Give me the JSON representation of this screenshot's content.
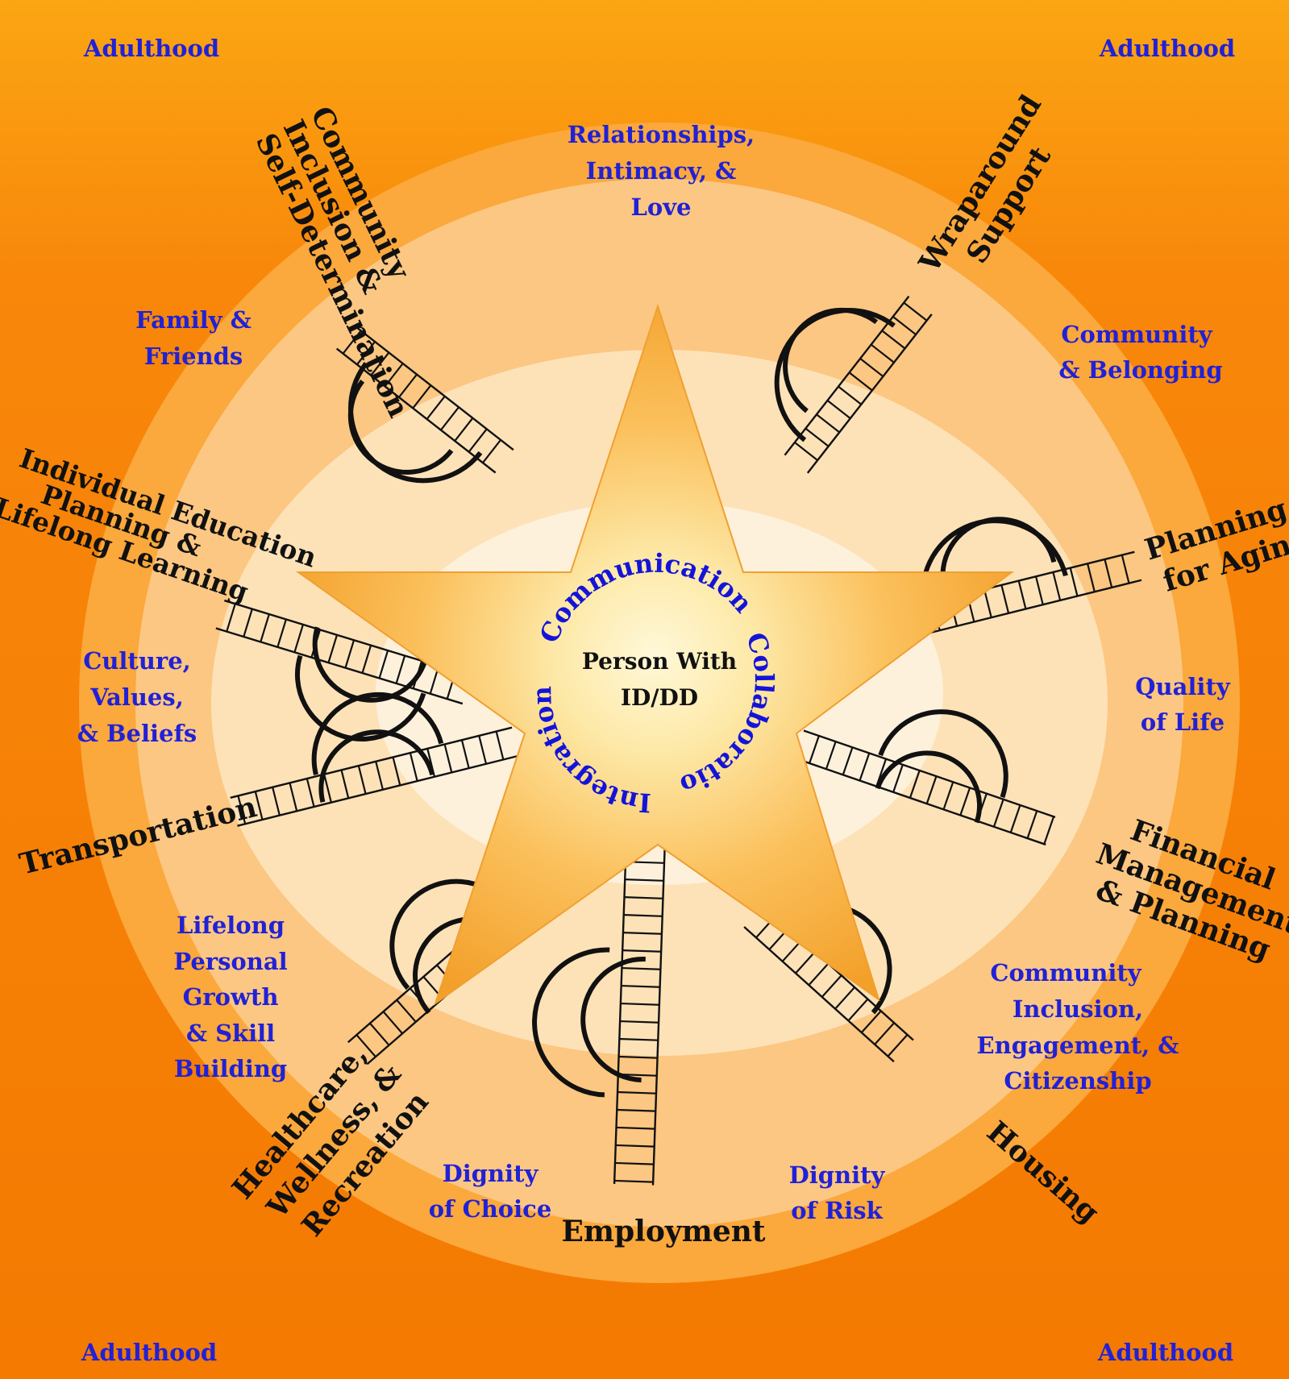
{
  "corners": {
    "top_left": "Adulthood",
    "top_right": "Adulthood",
    "bottom_left": "Adulthood",
    "bottom_right": "Adulthood"
  },
  "center": {
    "line1": "Person With",
    "line2": "ID/DD",
    "arc_top": "Communication",
    "arc_right": "Collaboration",
    "arc_left": "Integration"
  },
  "pillars": {
    "community_self_determination": [
      "Community",
      "Inclusion &",
      "Self-Determination"
    ],
    "wraparound": [
      "Wraparound",
      "Support"
    ],
    "planning_aging": [
      "Planning",
      "for Aging"
    ],
    "financial": [
      "Financial",
      "Management",
      "& Planning"
    ],
    "housing": "Housing",
    "employment": "Employment",
    "healthcare": [
      "Healthcare,",
      "Wellness, &",
      "Recreation"
    ],
    "transportation": "Transportation",
    "education": [
      "Individual Education",
      "Planning &",
      "Lifelong Learning"
    ]
  },
  "values": {
    "relationships": [
      "Relationships,",
      "Intimacy,  &",
      "Love"
    ],
    "community_belonging": [
      "Community",
      "& Belonging"
    ],
    "quality_of_life": [
      "Quality",
      "of Life"
    ],
    "community_inclusion": [
      "Community",
      "Inclusion,",
      "Engagement, &",
      "Citizenship"
    ],
    "dignity_risk": [
      "Dignity",
      "of Risk"
    ],
    "dignity_choice": [
      "Dignity",
      "of Choice"
    ],
    "lifelong_growth": [
      "Lifelong",
      "Personal",
      "Growth",
      "& Skill",
      "Building"
    ],
    "culture": [
      "Culture,",
      "Values,",
      "& Beliefs"
    ],
    "family": [
      "Family &",
      "Friends"
    ]
  },
  "colors": {
    "background": "#f57e04",
    "ring_outer": "#fba83c",
    "ring_middle": "#fcc782",
    "ring_inner": "#fde2b8",
    "ring_core": "#fef1dc",
    "value_text": "#2121d6",
    "pillar_text": "#111111"
  }
}
